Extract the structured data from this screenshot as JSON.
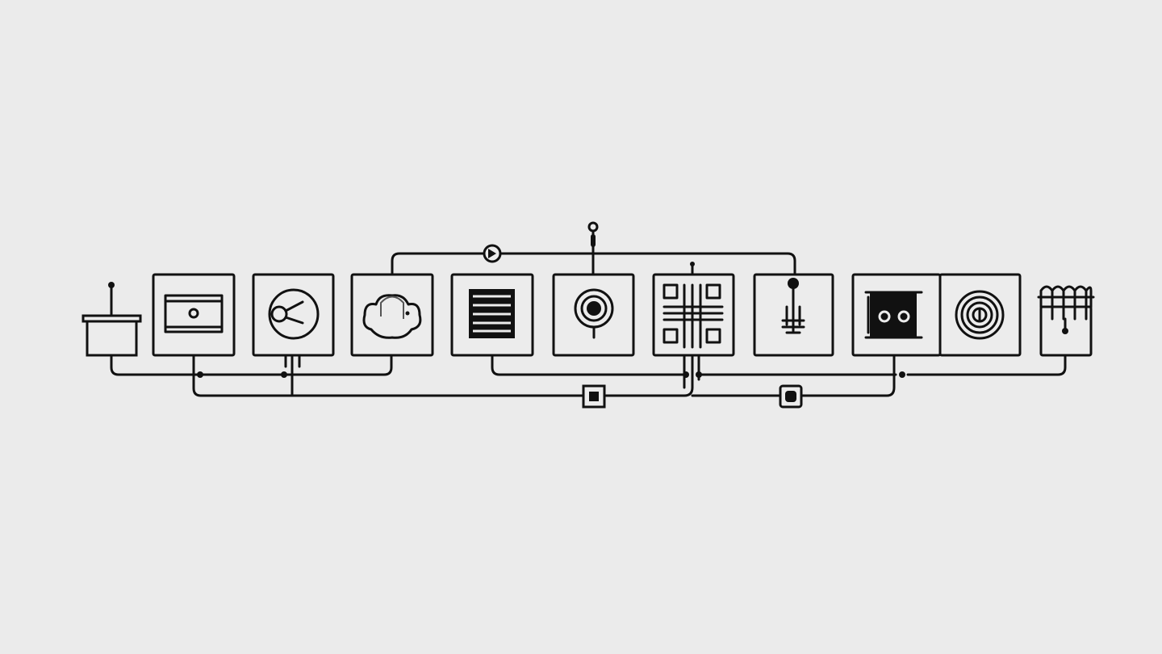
{
  "diagram": {
    "background": "#ebebeb",
    "stroke_color": "#111111",
    "nodes": [
      {
        "id": "n1",
        "icon": "antenna-box-icon"
      },
      {
        "id": "n2",
        "icon": "window-panel-icon"
      },
      {
        "id": "n3",
        "icon": "disc-icon"
      },
      {
        "id": "n4",
        "icon": "cloud-icon"
      },
      {
        "id": "n5",
        "icon": "list-icon"
      },
      {
        "id": "n6",
        "icon": "target-icon"
      },
      {
        "id": "n7",
        "icon": "qr-grid-icon"
      },
      {
        "id": "n8",
        "icon": "probe-icon"
      },
      {
        "id": "n9",
        "icon": "tape-icon"
      },
      {
        "id": "n10",
        "icon": "spiral-icon"
      },
      {
        "id": "n11",
        "icon": "rack-icon"
      }
    ]
  }
}
